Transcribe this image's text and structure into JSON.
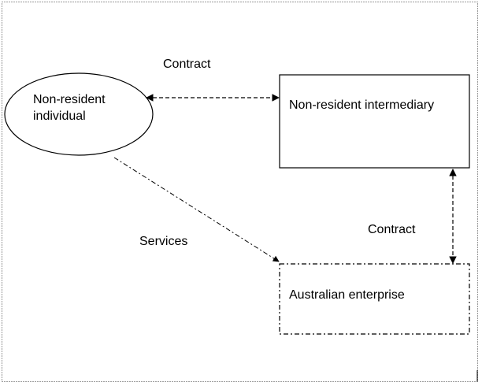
{
  "diagram": {
    "nodes": {
      "individual": {
        "label_line1": "Non-resident",
        "label_line2": "individual"
      },
      "intermediary": {
        "label": "Non-resident intermediary"
      },
      "enterprise": {
        "label": "Australian enterprise"
      }
    },
    "edges": {
      "contract_top": {
        "label": "Contract"
      },
      "contract_right": {
        "label": "Contract"
      },
      "services": {
        "label": "Services"
      }
    }
  },
  "colors": {
    "stroke": "#000000",
    "background": "#ffffff"
  }
}
